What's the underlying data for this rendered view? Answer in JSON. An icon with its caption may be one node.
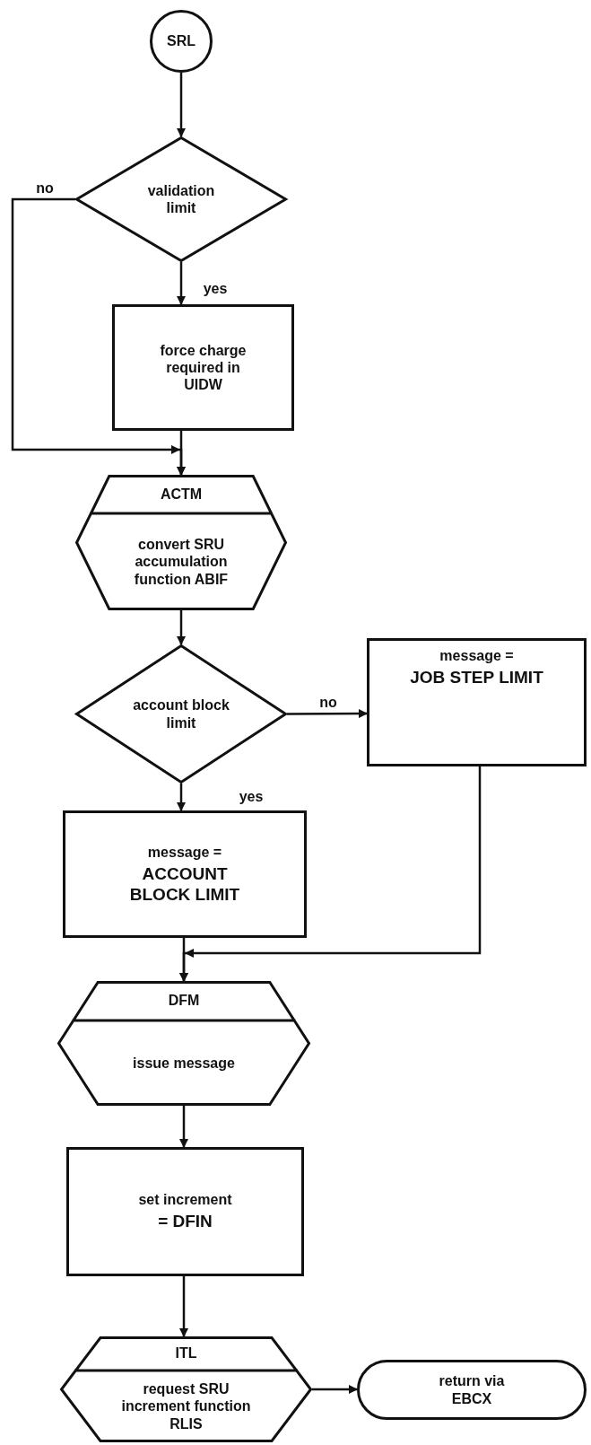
{
  "diagram": {
    "nodes": [
      {
        "text": [
          "SRL"
        ]
      },
      {
        "text": [
          "validation limit"
        ]
      },
      {
        "text": [
          "force charge required in UIDW"
        ]
      },
      {
        "text": [
          "ACTM",
          "convert SRU accumulation function ABIF"
        ]
      },
      {
        "text": [
          "account block limit"
        ]
      },
      {
        "text": [
          "message =",
          "JOB STEP LIMIT"
        ]
      },
      {
        "text": [
          "message =",
          "ACCOUNT BLOCK LIMIT"
        ]
      },
      {
        "text": [
          "DFM",
          "issue message"
        ]
      },
      {
        "text": [
          "set increment",
          "= DFIN"
        ]
      },
      {
        "text": [
          "ITL",
          "request SRU increment function RLIS"
        ]
      },
      {
        "text": [
          "return via EBCX"
        ]
      }
    ],
    "edges": [
      {
        "from": 0,
        "to": 1,
        "arrow": "to"
      },
      {
        "from": 1,
        "to": 3,
        "arrow": "to",
        "label": "no"
      },
      {
        "from": 1,
        "to": 2,
        "arrow": "to",
        "label": "yes"
      },
      {
        "from": 2,
        "to": 3,
        "arrow": "to"
      },
      {
        "from": 3,
        "to": 4,
        "arrow": "to"
      },
      {
        "from": 4,
        "to": 5,
        "arrow": "to",
        "label": "no"
      },
      {
        "from": 4,
        "to": 6,
        "arrow": "to",
        "label": "yes"
      },
      {
        "from": 5,
        "to": 7,
        "arrow": "to"
      },
      {
        "from": 6,
        "to": 7,
        "arrow": "to"
      },
      {
        "from": 7,
        "to": 8,
        "arrow": "to"
      },
      {
        "from": 8,
        "to": 9,
        "arrow": "to"
      },
      {
        "from": 9,
        "to": 10,
        "arrow": "to"
      }
    ]
  }
}
